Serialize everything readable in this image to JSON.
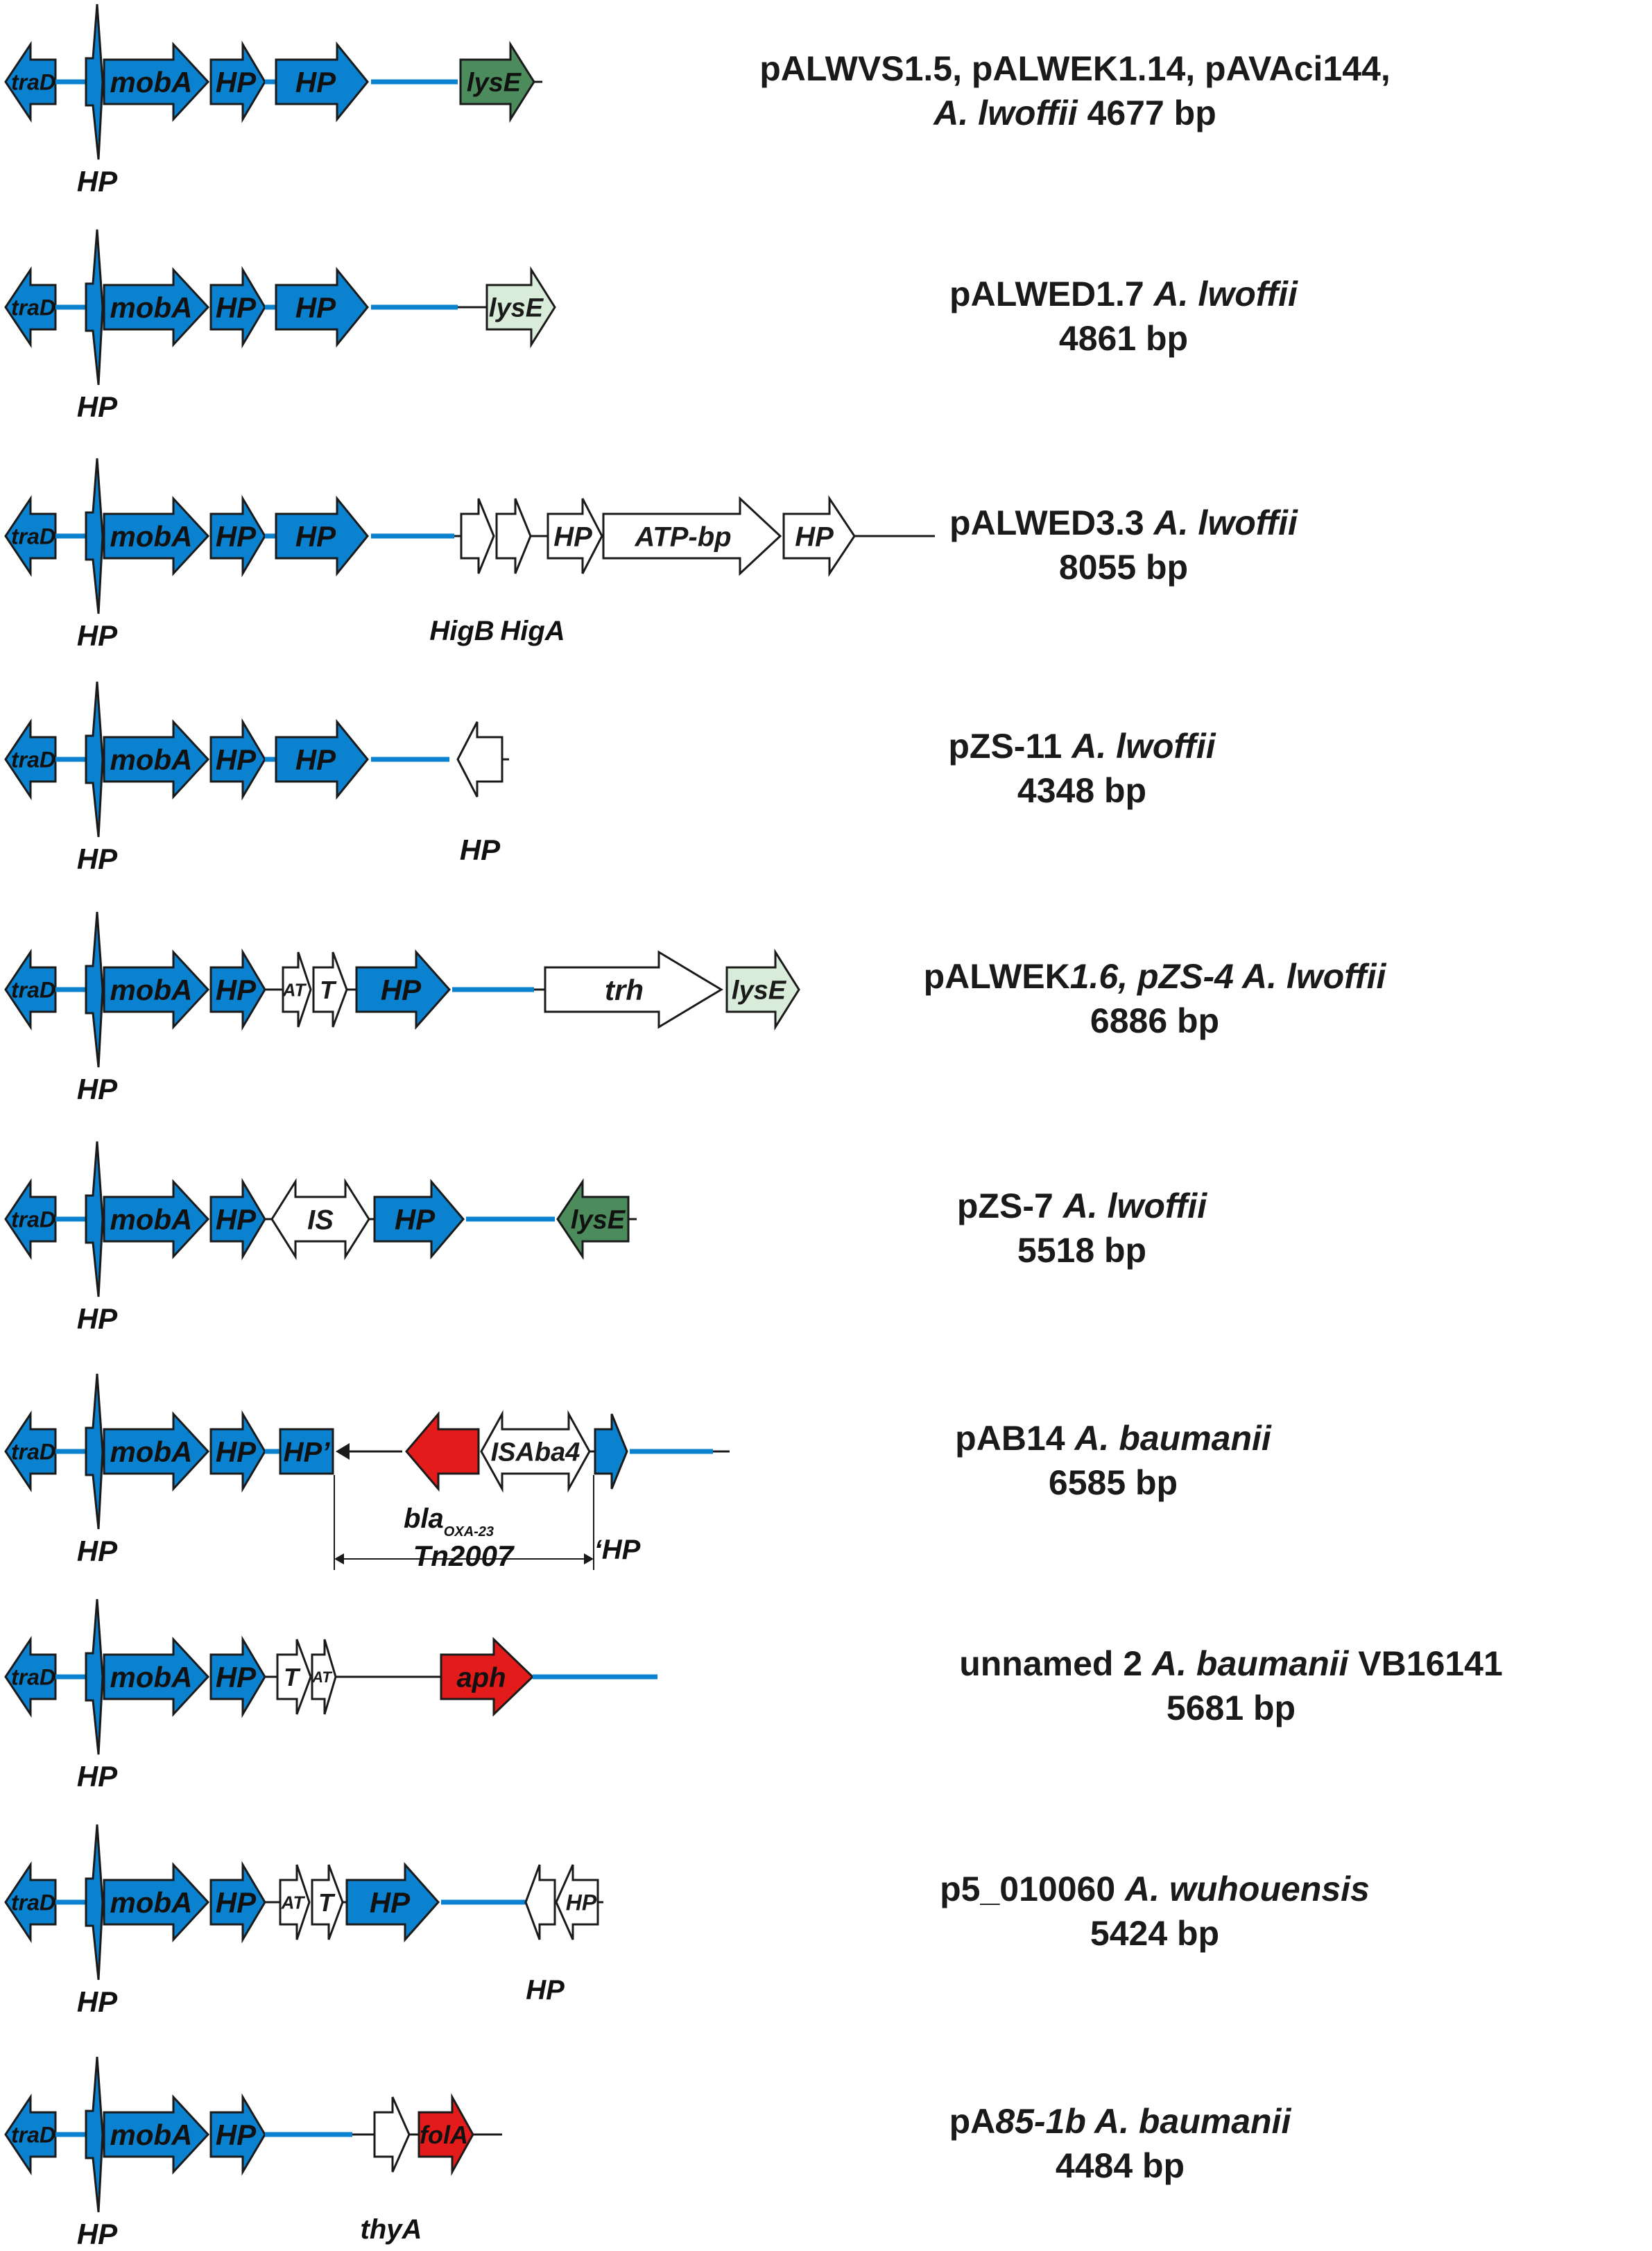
{
  "colors": {
    "backbone": "#0a82cf",
    "green_dark": "#4b8b5c",
    "green_light": "#d9ecd9",
    "resistance_red": "#e41b1b",
    "white": "#ffffff",
    "outline": "#1a1a1a"
  },
  "rows": [
    {
      "id": "pALWVS",
      "caption": [
        {
          "line": [
            {
              "t": "pALWVS1.5, pALWEK1.14, pAVAci144,",
              "i": false
            }
          ]
        },
        {
          "line": [
            {
              "t": "A. lwoffii",
              "i": true
            },
            {
              "t": " 4677 bp",
              "i": false
            }
          ]
        }
      ],
      "genes": [
        {
          "label": "lysE",
          "color": "green_dark",
          "dir": "right"
        }
      ],
      "notes": []
    },
    {
      "id": "pALWED1.7",
      "caption": [
        {
          "line": [
            {
              "t": "pALWED1.7 ",
              "i": false
            },
            {
              "t": "A. lwoffii",
              "i": true
            }
          ]
        },
        {
          "line": [
            {
              "t": "4861 bp",
              "i": false
            }
          ]
        }
      ],
      "genes": [
        {
          "label": "lysE",
          "color": "green_light",
          "dir": "right"
        }
      ],
      "notes": []
    },
    {
      "id": "pALWED3.3",
      "caption": [
        {
          "line": [
            {
              "t": "pALWED3.3 ",
              "i": false
            },
            {
              "t": "A. lwoffii",
              "i": true
            }
          ]
        },
        {
          "line": [
            {
              "t": "8055 bp",
              "i": false
            }
          ]
        }
      ],
      "genes": [
        {
          "label": "",
          "color": "white",
          "dir": "right"
        },
        {
          "label": "",
          "color": "white",
          "dir": "right"
        },
        {
          "label": "HP",
          "color": "white",
          "dir": "right"
        },
        {
          "label": "ATP-bp",
          "color": "white",
          "dir": "right"
        },
        {
          "label": "HP",
          "color": "white",
          "dir": "right"
        }
      ],
      "notes": [
        {
          "label": "HigB"
        },
        {
          "label": "HigA"
        }
      ]
    },
    {
      "id": "pZS-11",
      "caption": [
        {
          "line": [
            {
              "t": "pZS-11 ",
              "i": false
            },
            {
              "t": "A. lwoffii",
              "i": true
            }
          ]
        },
        {
          "line": [
            {
              "t": "4348 bp",
              "i": false
            }
          ]
        }
      ],
      "genes": [
        {
          "label": "",
          "color": "white",
          "dir": "left"
        }
      ],
      "notes": [
        {
          "label": "HP"
        }
      ]
    },
    {
      "id": "pALWEK1.6",
      "caption": [
        {
          "line": [
            {
              "t": "pALWEK",
              "i": false
            },
            {
              "t": "1.6, pZS-4",
              "i": true
            },
            {
              "t": " A. lwoffii",
              "i": true
            }
          ]
        },
        {
          "line": [
            {
              "t": "6886 bp",
              "i": false
            }
          ]
        }
      ],
      "genes": [
        {
          "label": "AT",
          "color": "white",
          "dir": "right"
        },
        {
          "label": "T",
          "color": "white",
          "dir": "right"
        },
        {
          "label": "HP",
          "color": "backbone",
          "dir": "right"
        },
        {
          "label": "trh",
          "color": "white",
          "dir": "right"
        },
        {
          "label": "lysE",
          "color": "green_light",
          "dir": "right"
        }
      ],
      "notes": []
    },
    {
      "id": "pZS-7",
      "caption": [
        {
          "line": [
            {
              "t": "pZS-7 ",
              "i": false
            },
            {
              "t": "A. lwoffii",
              "i": true
            }
          ]
        },
        {
          "line": [
            {
              "t": "5518 bp",
              "i": false
            }
          ]
        }
      ],
      "genes": [
        {
          "label": "IS",
          "color": "white",
          "dir": "both"
        },
        {
          "label": "HP",
          "color": "backbone",
          "dir": "right"
        },
        {
          "label": "lysE",
          "color": "green_dark",
          "dir": "left"
        }
      ],
      "notes": []
    },
    {
      "id": "pAB14",
      "caption": [
        {
          "line": [
            {
              "t": "pAB14 ",
              "i": false
            },
            {
              "t": "A. baumanii",
              "i": true
            }
          ]
        },
        {
          "line": [
            {
              "t": "6585 bp",
              "i": false
            }
          ]
        }
      ],
      "genes": [
        {
          "label": "HP’",
          "color": "backbone",
          "dir": "none"
        },
        {
          "label": "",
          "color": "resistance_red",
          "dir": "left"
        },
        {
          "label": "ISAba4",
          "color": "white",
          "dir": "both"
        },
        {
          "label": "",
          "color": "backbone",
          "dir": "right"
        }
      ],
      "notes": [
        {
          "label": "bla",
          "sub": "OXA-23"
        },
        {
          "label": "Tn2007"
        },
        {
          "label": "‘HP"
        }
      ]
    },
    {
      "id": "unnamed2",
      "caption": [
        {
          "line": [
            {
              "t": "unnamed 2 ",
              "i": false
            },
            {
              "t": "A. baumanii",
              "i": true
            },
            {
              "t": "  VB16141",
              "i": false
            }
          ]
        },
        {
          "line": [
            {
              "t": "5681 bp",
              "i": false
            }
          ]
        }
      ],
      "genes": [
        {
          "label": "T",
          "color": "white",
          "dir": "right"
        },
        {
          "label": "AT",
          "color": "white",
          "dir": "right"
        },
        {
          "label": "aph",
          "color": "resistance_red",
          "dir": "right"
        }
      ],
      "notes": []
    },
    {
      "id": "p5_010060",
      "caption": [
        {
          "line": [
            {
              "t": "p5_010060 ",
              "i": false
            },
            {
              "t": "A. wuhouensis",
              "i": true
            }
          ]
        },
        {
          "line": [
            {
              "t": "5424 bp",
              "i": false
            }
          ]
        }
      ],
      "genes": [
        {
          "label": "AT",
          "color": "white",
          "dir": "right"
        },
        {
          "label": "T",
          "color": "white",
          "dir": "right"
        },
        {
          "label": "HP",
          "color": "backbone",
          "dir": "right"
        },
        {
          "label": "",
          "color": "white",
          "dir": "left"
        },
        {
          "label": "HP",
          "color": "white",
          "dir": "left"
        }
      ],
      "notes": [
        {
          "label": "HP"
        }
      ]
    },
    {
      "id": "pA85-1b",
      "caption": [
        {
          "line": [
            {
              "t": "pA",
              "i": false
            },
            {
              "t": "85-1b",
              "i": true
            },
            {
              "t": " A. baumanii",
              "i": true
            }
          ]
        },
        {
          "line": [
            {
              "t": "4484 bp",
              "i": false
            }
          ]
        }
      ],
      "genes": [
        {
          "label": "",
          "color": "white",
          "dir": "right"
        },
        {
          "label": "folA",
          "color": "resistance_red",
          "dir": "right"
        }
      ],
      "notes": [
        {
          "label": "thyA"
        }
      ]
    }
  ],
  "backbone_labels": {
    "traD": "traD",
    "mobA": "mobA",
    "HP": "HP"
  }
}
